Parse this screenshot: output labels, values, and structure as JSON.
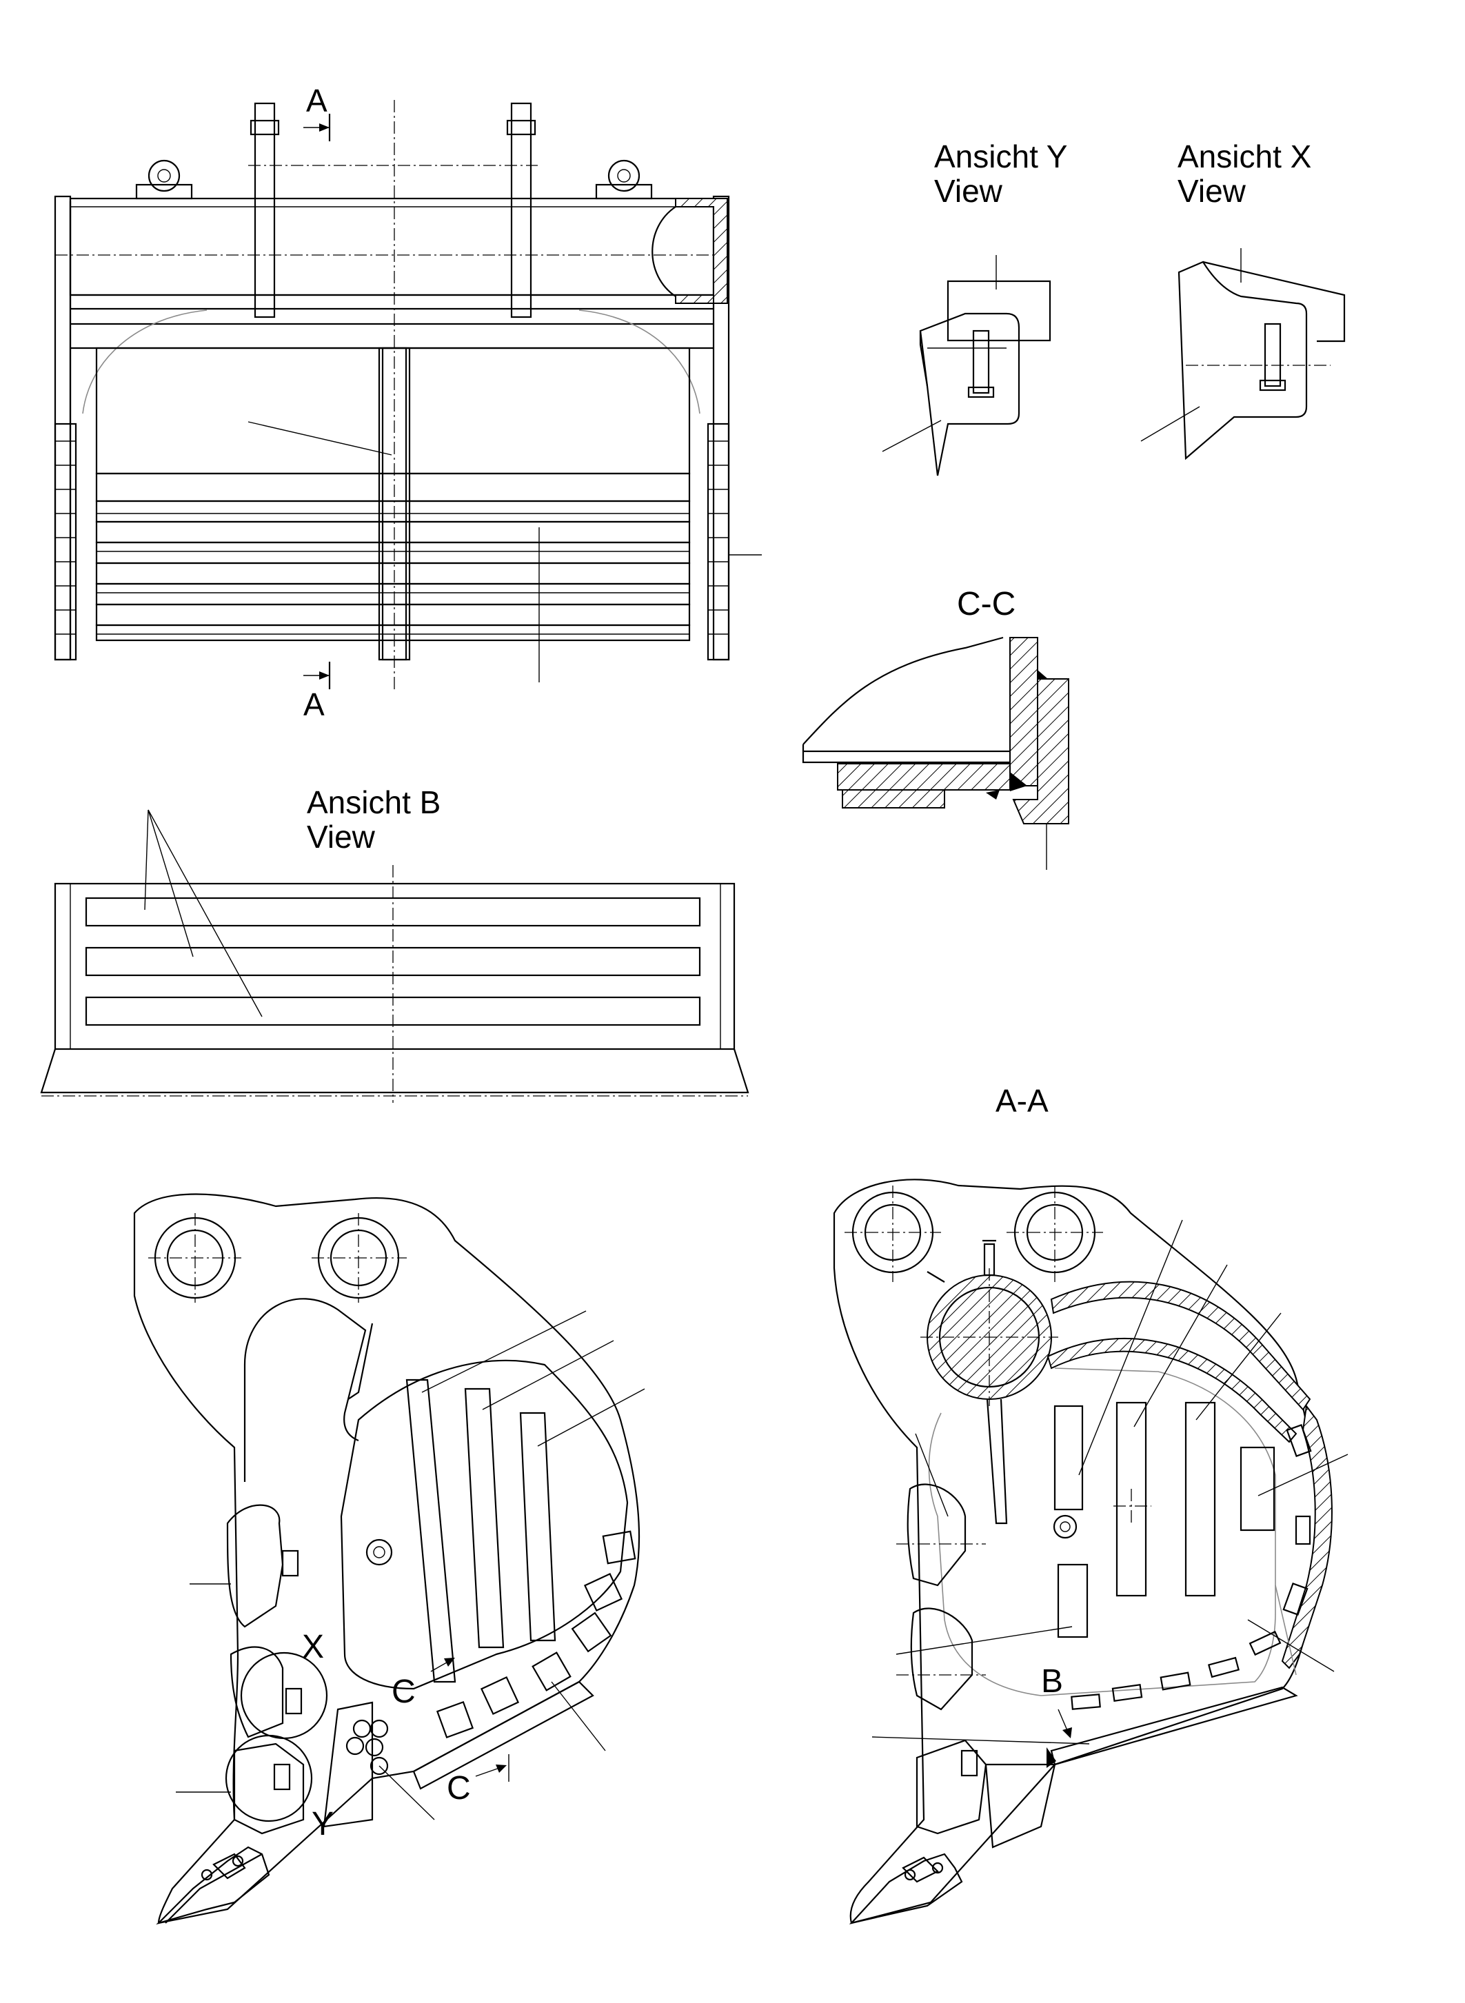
{
  "labels": {
    "section_a_top": "A",
    "section_a_bottom": "A",
    "view_y_line1": "Ansicht Y",
    "view_y_line2": "View",
    "view_x_line1": "Ansicht X",
    "view_x_line2": "View",
    "section_cc": "C-C",
    "view_b_line1": "Ansicht B",
    "view_b_line2": "View",
    "section_aa": "A-A",
    "detail_x": "X",
    "detail_y": "Y",
    "section_c_left": "C",
    "section_c_right": "C",
    "view_b_marker": "B"
  }
}
